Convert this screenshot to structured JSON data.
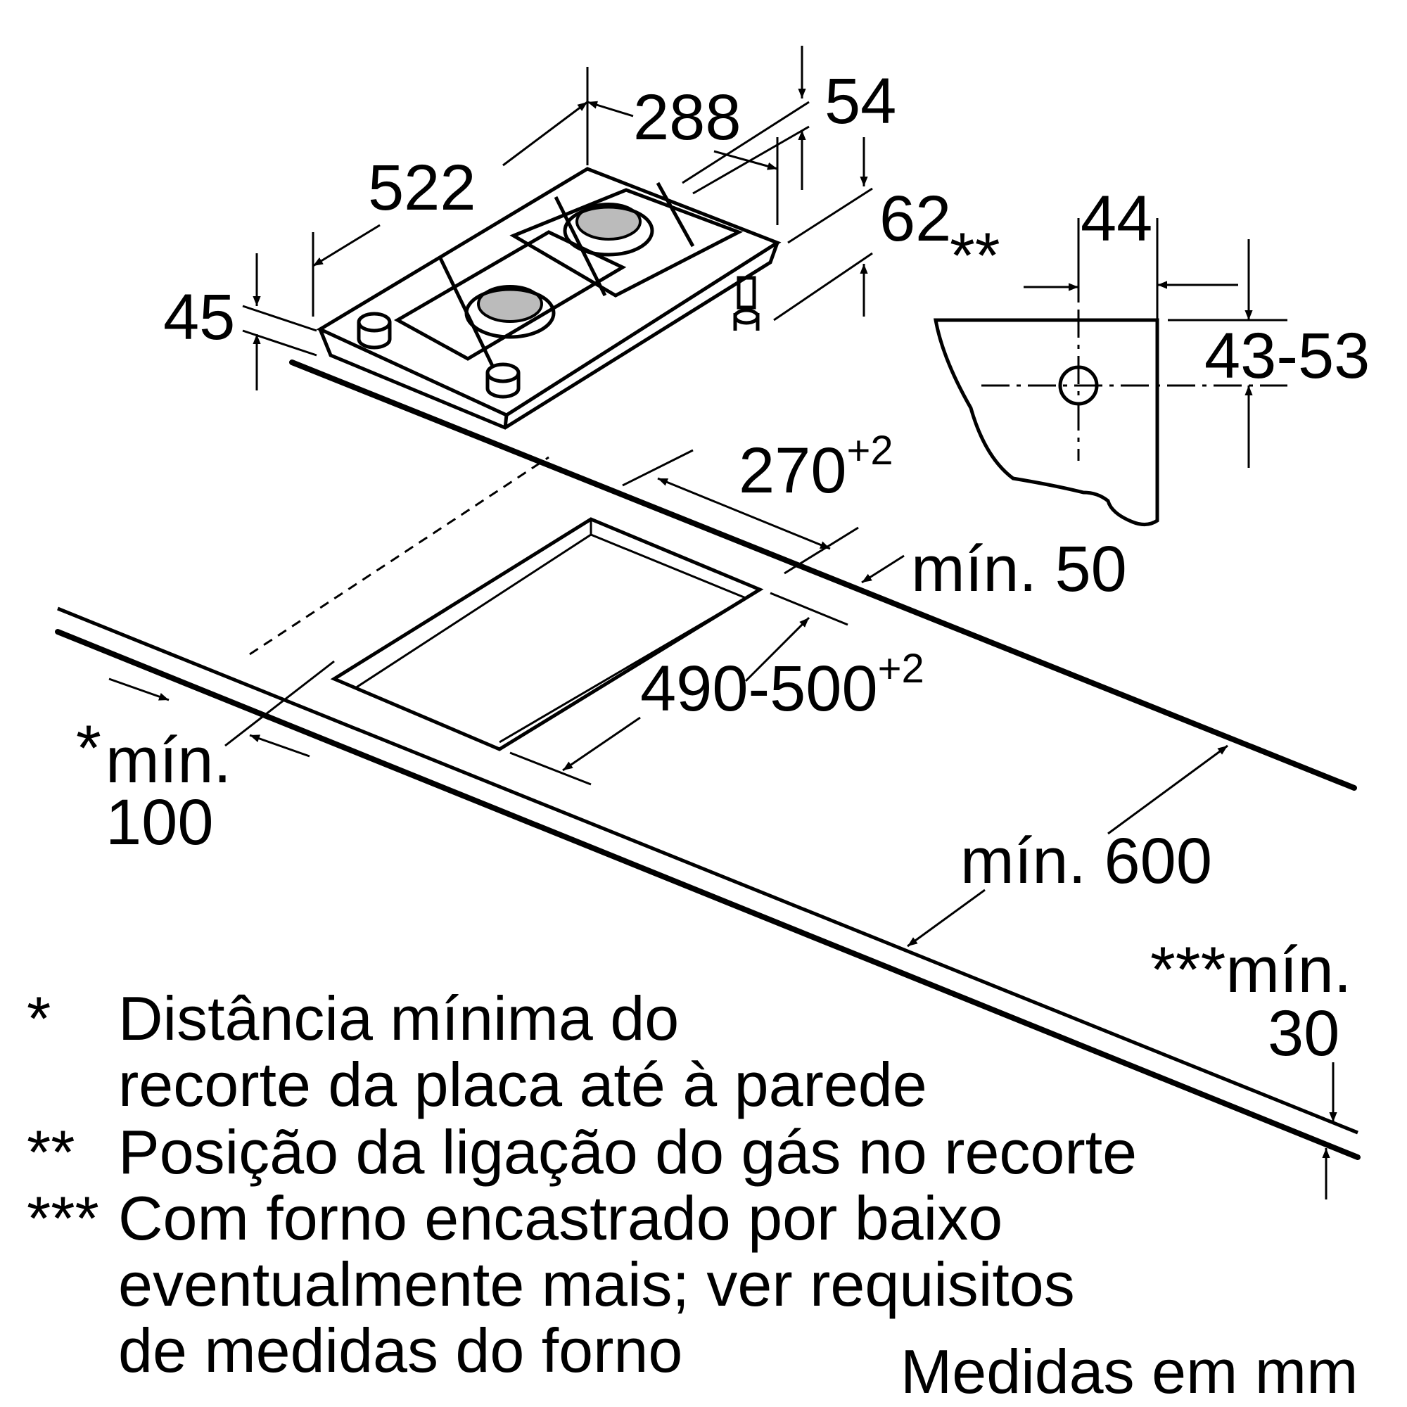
{
  "dimensions": {
    "d288": "288",
    "d54": "54",
    "d522": "522",
    "d62": "62",
    "d44": "44",
    "d45": "45",
    "d43_53": "43-53",
    "d270": "270",
    "d270_tol": "+2",
    "min50": "mín. 50",
    "d490_500": "490-500",
    "d490_tol": "+2",
    "min100_a": "mín.",
    "min100_b": "100",
    "min100_star": "*",
    "min600": "mín. 600",
    "min30_a": "***mín.",
    "min30_b": "30",
    "gas_marker": "**"
  },
  "notes": [
    {
      "marker": "*",
      "lines": [
        "Distância mínima do",
        "recorte da placa até à parede"
      ]
    },
    {
      "marker": "**",
      "lines": [
        "Posição da ligação do gás no recorte"
      ]
    },
    {
      "marker": "***",
      "lines": [
        "Com forno encastrado por baixo",
        "eventualmente mais; ver requisitos",
        "de medidas do forno"
      ]
    }
  ],
  "units": "Medidas em mm"
}
